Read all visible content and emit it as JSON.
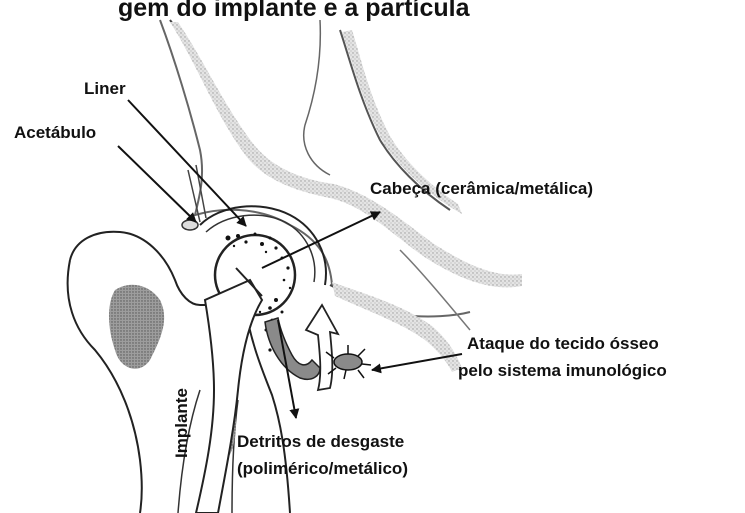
{
  "diagram": {
    "title_fragment": "gem do implante e a partícula",
    "labels": {
      "liner": "Liner",
      "acetabulo": "Acetábulo",
      "cabeca": "Cabeça (cerâmica/metálica)",
      "ataque_line1": "Ataque do tecido ósseo",
      "ataque_line2": "pelo sistema imunológico",
      "detritos_line1": "Detritos de desgaste",
      "detritos_line2": "(polimérico/metálico)",
      "implante": "Implante"
    }
  }
}
